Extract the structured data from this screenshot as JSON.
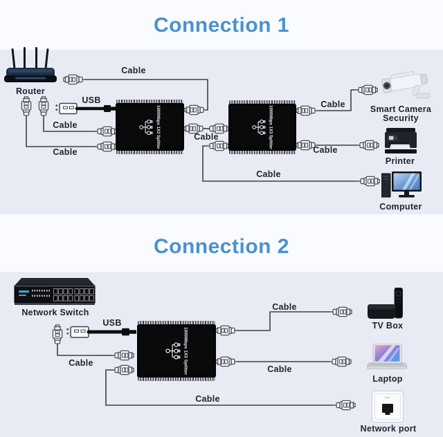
{
  "colors": {
    "title_blue": "#4a92cf",
    "section_background": "#e9ebf4",
    "strip_background": "#fafbfe",
    "label_text": "#1e222a",
    "cable_line": "#3d3f47",
    "splitter_body": "#0a0a0d"
  },
  "section1": {
    "title": "Connection 1",
    "splitter_label": "1000Mbps 1X3 Splitter",
    "labels": {
      "router": "Router",
      "cable_top": "Cable",
      "usb": "USB",
      "cable_mid": "Cable",
      "cable_bottom": "Cable",
      "cable_link": "Cable",
      "cable_camera": "Cable",
      "cable_printer": "Cable",
      "cable_computer": "Cable",
      "camera_line1": "Smart Camera",
      "camera_line2": "Security",
      "printer": "Printer",
      "computer": "Computer"
    }
  },
  "section2": {
    "title": "Connection 2",
    "splitter_label": "1000Mbps 1X3 Splitter",
    "labels": {
      "network_switch": "Network Switch",
      "usb": "USB",
      "cable_switch": "Cable",
      "cable_tvbox": "Cable",
      "cable_laptop": "Cable",
      "cable_port": "Cable",
      "tv_box": "TV Box",
      "laptop": "Laptop",
      "network_port": "Network port"
    }
  }
}
